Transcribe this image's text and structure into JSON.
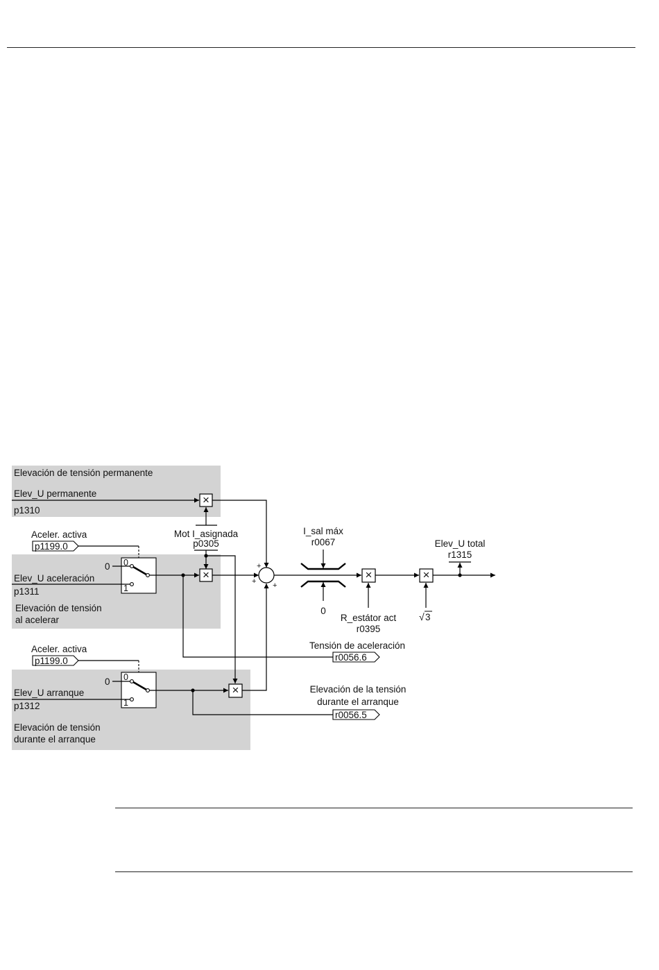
{
  "diagram": {
    "permanent_group": {
      "title": "Elevación de tensión permanente",
      "signal": "Elev_U permanente",
      "param": "p1310"
    },
    "accel_group": {
      "enable_label": "Aceler. activa",
      "enable_param": "p1199.0",
      "signal": "Elev_U aceleración",
      "param": "p1311",
      "caption_line1": "Elevación de tensión",
      "caption_line2": "al acelerar"
    },
    "start_group": {
      "enable_label": "Aceler. activa",
      "enable_param": "p1199.0",
      "signal": "Elev_U arranque",
      "param": "p1312",
      "caption_line1": "Elevación de tensión",
      "caption_line2": "durante el arranque"
    },
    "switch_labels": {
      "zero_input": "0",
      "pos0": "0",
      "pos1": "1"
    },
    "motor_current": {
      "label": "Mot I_asignada",
      "param": "p0305"
    },
    "summer_signs": {
      "top": "+",
      "left": "+",
      "bottom": "+"
    },
    "limiter": {
      "label": "I_sal máx",
      "param": "r0067",
      "lower": "0"
    },
    "resistance": {
      "label": "R_estátor act",
      "param": "r0395"
    },
    "sqrt_factor": {
      "radical": "√",
      "value": "3"
    },
    "output": {
      "label": "Elev_U total",
      "param": "r1315"
    },
    "accel_voltage_out": {
      "label": "Tensión de aceleración",
      "param": "r0056.6"
    },
    "start_voltage_out": {
      "label_line1": "Elevación de la tensión",
      "label_line2": "durante el arranque",
      "param": "r0056.5"
    },
    "multiplier_symbol": "×"
  },
  "colors": {
    "group_fill": "#d3d3d3",
    "line": "#000000"
  }
}
